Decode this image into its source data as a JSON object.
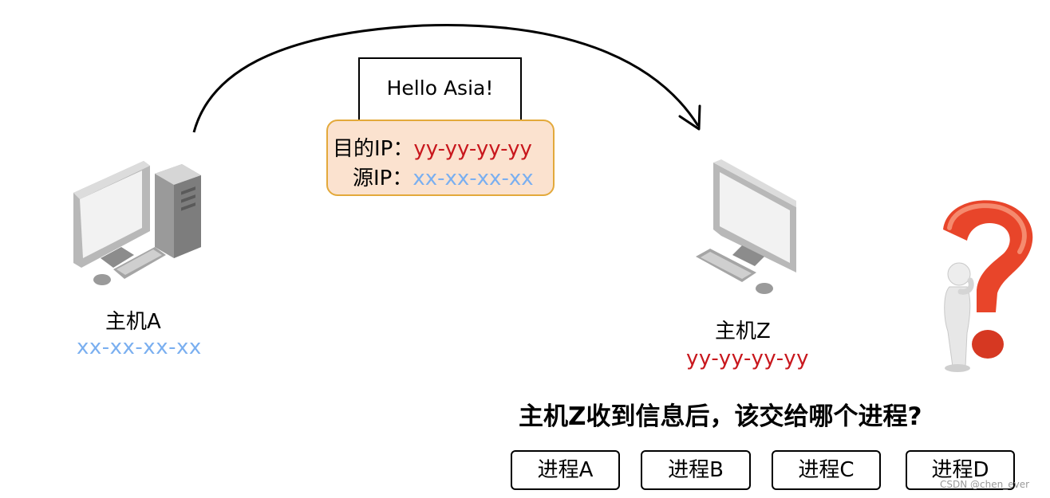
{
  "message": {
    "text": "Hello Asia!"
  },
  "header": {
    "dest_label": "目的IP：",
    "dest_value": "yy-yy-yy-yy",
    "src_label": "源IP：",
    "src_value": "xx-xx-xx-xx"
  },
  "host_a": {
    "name": "主机A",
    "ip": "xx-xx-xx-xx",
    "icon": "desktop-computer-icon"
  },
  "host_z": {
    "name": "主机Z",
    "ip": "yy-yy-yy-yy",
    "icon": "desktop-monitor-icon"
  },
  "question": "主机Z收到信息后，该交给哪个进程?",
  "processes": [
    "进程A",
    "进程B",
    "进程C",
    "进程D"
  ],
  "watermark": "CSDN @chen_ever",
  "colors": {
    "red": "#c8171d",
    "blue": "#7aaff0",
    "header_fill": "#fbe2cf",
    "header_border": "#e3a93b",
    "question_mark": "#e8452a"
  }
}
